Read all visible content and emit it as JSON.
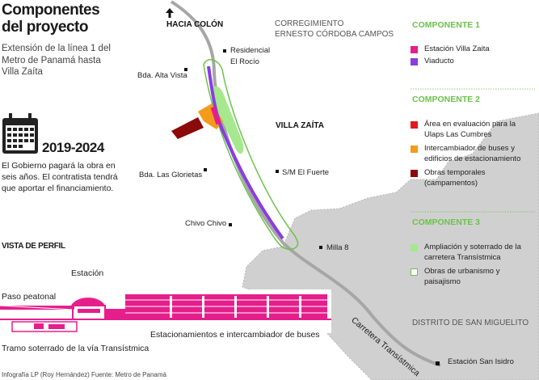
{
  "title_line1": "Componentes",
  "title_line2": "del proyecto",
  "intro": [
    "Extensión de la línea 1 del",
    "Metro de Panamá hasta",
    "Villa Zaíta"
  ],
  "calendar_icon": "calendar-icon",
  "years": "2019-2024",
  "description": [
    "El Gobierno pagará la obra en",
    "seis años. El contratista tendrá",
    "que aportar el financiamiento."
  ],
  "map_labels": {
    "hacia_colon": "HACIA COLÓN",
    "residencial": [
      "Residencial",
      "El Rocío"
    ],
    "alta_vista": "Bda. Alta Vista",
    "villa_zaita": "VILLA ZAÍTA",
    "glorietas": "Bda. Las Glorietas",
    "el_fuerte": "S/M El Fuerte",
    "chivo": "Chivo Chivo",
    "milla8": "Milla 8",
    "carretera": "Carretera Transístmica",
    "san_isidro": "Estación San Isidro",
    "corregimiento": [
      "CORREGIMIENTO",
      "ERNESTO CÓRDOBA CAMPOS"
    ],
    "san_miguelito": "DISTRITO DE SAN MIGUELITO"
  },
  "legend": {
    "c1_title": "COMPONENTE 1",
    "c1_items": [
      {
        "label": "Estación Villa Zaita",
        "color": "#e61e8c"
      },
      {
        "label": "Viaducto",
        "color": "#8a3ce0"
      }
    ],
    "c2_title": "COMPONENTE 2",
    "c2_items": [
      {
        "label": [
          "Área en evaluación para la",
          "Ulaps Las Cumbres"
        ],
        "color": "#e3191f"
      },
      {
        "label": [
          "Intercambiador de buses y",
          "edificios de estacionamiento"
        ],
        "color": "#f39c1b"
      },
      {
        "label": [
          "Obras temporales",
          "(campamentos)"
        ],
        "color": "#8b0a0a"
      }
    ],
    "c3_title": "COMPONENTE 3",
    "c3_items": [
      {
        "label": [
          "Ampliación y soterrado de la",
          "carretera Transístmica"
        ],
        "color": "#a5e88e"
      },
      {
        "label": [
          "Obras de urbanismo y",
          "paisajismo"
        ],
        "color": "#6cc24a",
        "outline": true
      }
    ]
  },
  "profile": {
    "title": "VISTA DE PERFIL",
    "estacion": "Estación",
    "paso": "Paso peatonal",
    "estacionamientos": "Estacionamientos e intercambiador de buses",
    "tramo": "Tramo soterrado de la vía Transístmica"
  },
  "credit": "Infografía LP (Roy Hernández) Fuente: Metro de Panamá",
  "colors": {
    "gray_area": "#d0d0d0",
    "road": "#a6a6a6",
    "magenta": "#e61e8c",
    "violet": "#8a3ce0",
    "light_green": "#a5e88e",
    "green": "#6cc24a",
    "orange": "#f39c1b",
    "dark_red": "#8b0a0a"
  }
}
